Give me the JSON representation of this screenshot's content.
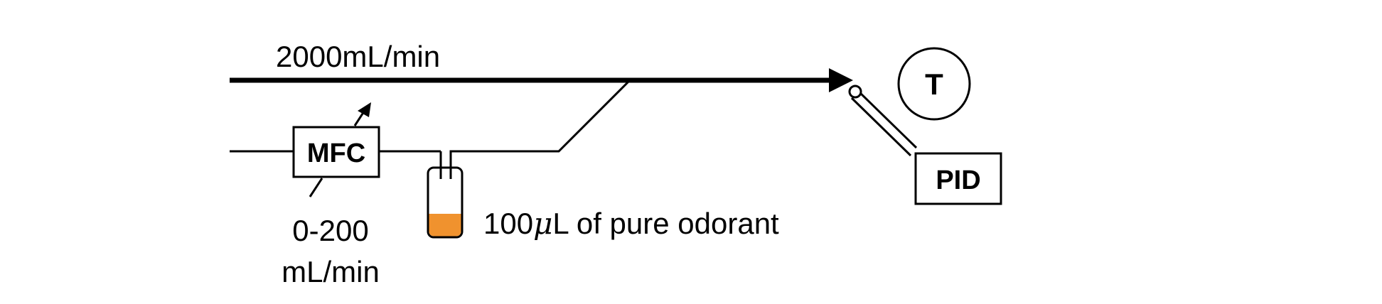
{
  "main_flow": {
    "label": "2000mL/min"
  },
  "mfc": {
    "label": "MFC",
    "range_line1": "0-200",
    "range_line2": "mL/min"
  },
  "vial": {
    "label_prefix": "100",
    "label_mu": "μ",
    "label_suffix": "L of pure odorant",
    "liquid_color": "#f0922e"
  },
  "thermometer": {
    "label": "T"
  },
  "pid": {
    "label": "PID"
  },
  "colors": {
    "line": "#000000",
    "liquid": "#f0922e"
  }
}
